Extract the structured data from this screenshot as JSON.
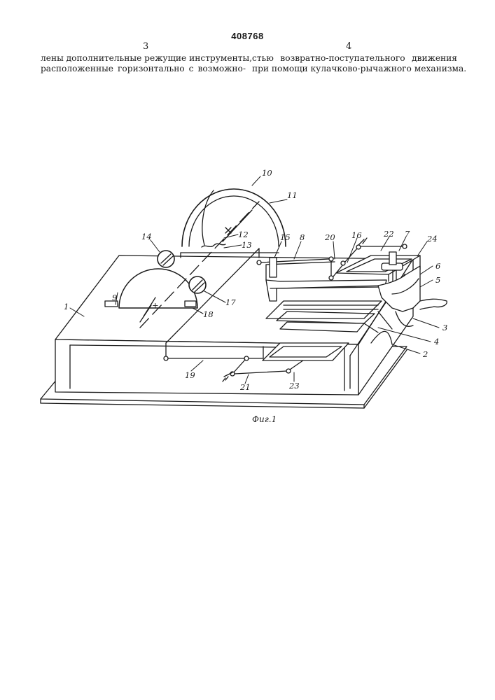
{
  "header": {
    "patent_number": "408768",
    "left_column_number": "3",
    "right_column_number": "4"
  },
  "text": {
    "left_lines": [
      "лены дополнительные режущие инструменты,",
      "расположенные горизонтально с возможно-"
    ],
    "right_lines": [
      "стью возвратно-поступательного движения",
      "при помощи кулачково-рычажного механизма."
    ]
  },
  "figure": {
    "caption": "Фиг.1",
    "labels": [
      "1",
      "2",
      "3",
      "4",
      "5",
      "6",
      "7",
      "8",
      "9",
      "10",
      "11",
      "12",
      "13",
      "14",
      "15",
      "16",
      "17",
      "18",
      "19",
      "20",
      "21",
      "22",
      "23",
      "24"
    ]
  }
}
